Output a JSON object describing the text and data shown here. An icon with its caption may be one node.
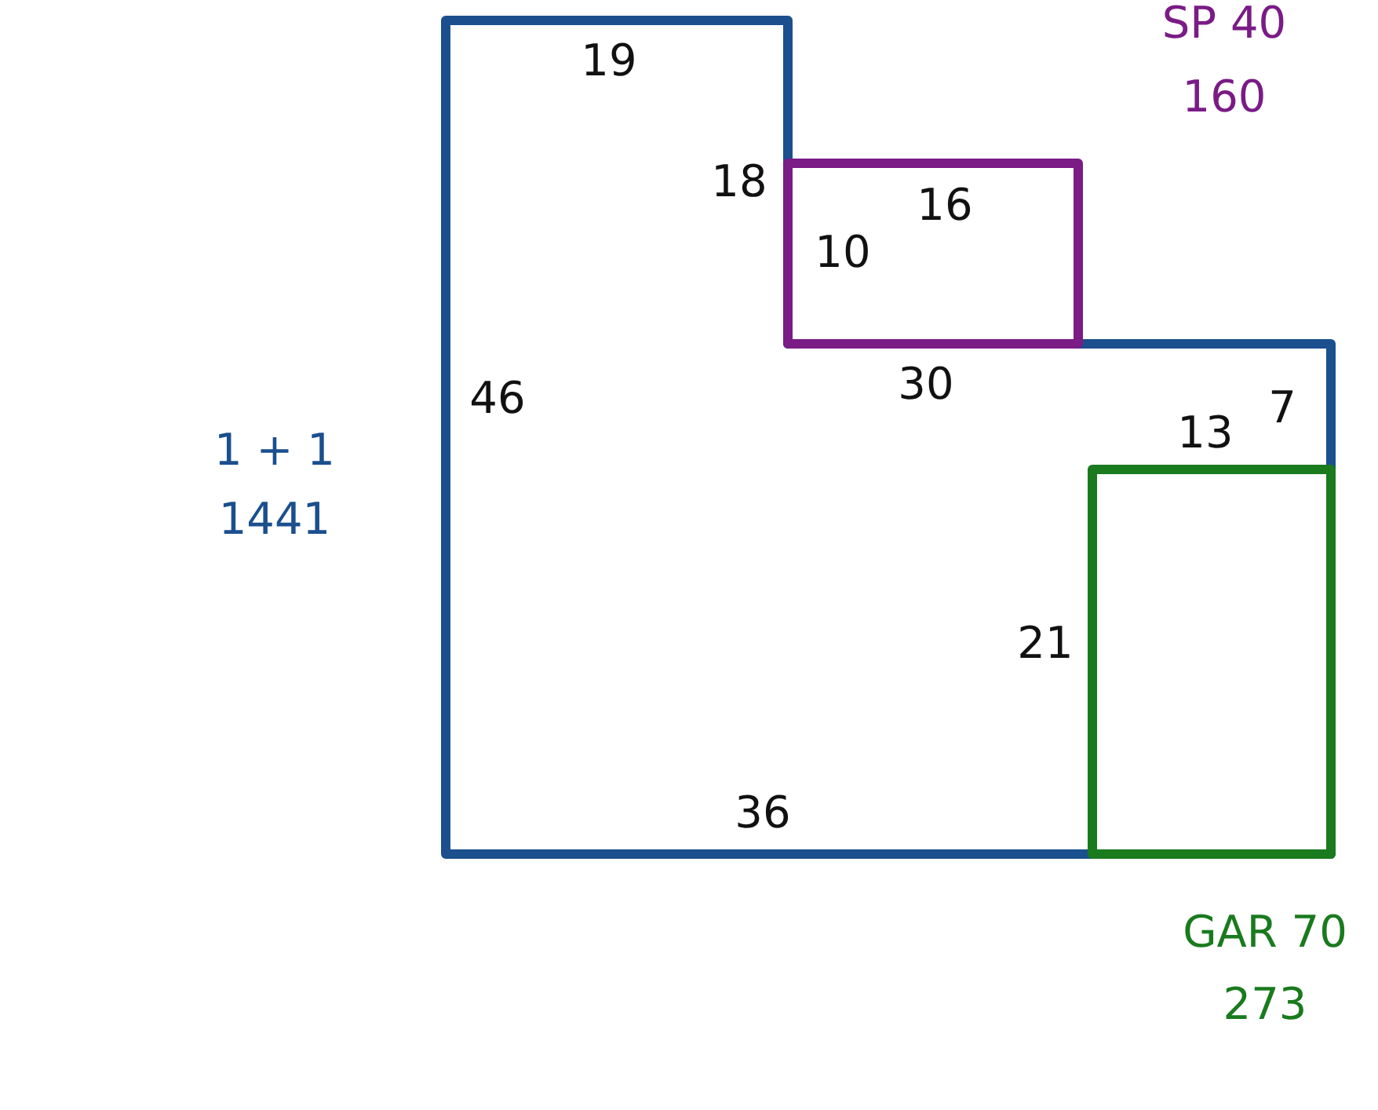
{
  "diagram": {
    "nodes": [
      {
        "text": [],
        "shape": "box",
        "beside": [
          "1 + 1",
          "1441"
        ]
      },
      {
        "text": [],
        "shape": "box"
      },
      {
        "text": [],
        "shape": "box",
        "beside": [
          "GAR 70",
          "273"
        ],
        "in": 0
      }
    ],
    "labels": [
      "SP 40",
      "160",
      "19",
      "18",
      "16",
      "10",
      "30",
      "46",
      "7",
      "13",
      "21",
      "36"
    ]
  }
}
